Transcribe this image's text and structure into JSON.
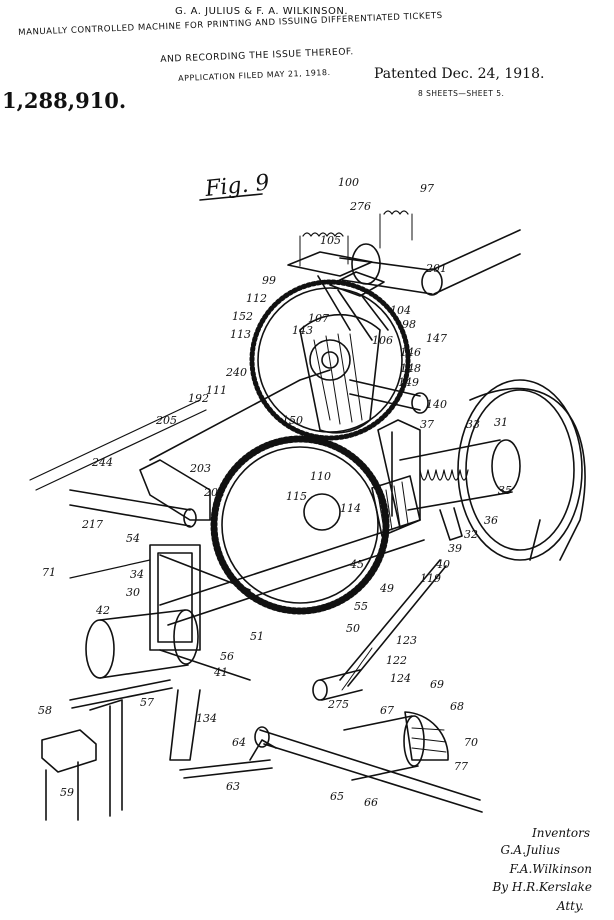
{
  "header": {
    "inventors_line": "G. A. JULIUS & F. A. WILKINSON.",
    "title_line_1": "MANUALLY CONTROLLED MACHINE FOR PRINTING AND ISSUING DIFFERENTIATED TICKETS",
    "title_line_2": "AND RECORDING THE ISSUE THEREOF.",
    "application_line": "APPLICATION FILED MAY 21, 1918.",
    "patent_number": "1,288,910.",
    "patented": "Patented Dec. 24, 1918.",
    "sheets": "8 SHEETS—SHEET 5."
  },
  "figure": {
    "label": "Fig. 9",
    "reference_numerals": [
      "100",
      "276",
      "97",
      "105",
      "201",
      "99",
      "112",
      "107",
      "104",
      "152",
      "143",
      "98",
      "113",
      "106",
      "147",
      "146",
      "148",
      "149",
      "240",
      "111",
      "150",
      "140",
      "31",
      "192",
      "33",
      "37",
      "205",
      "244",
      "203",
      "110",
      "35",
      "202",
      "115",
      "114",
      "36",
      "217",
      "54",
      "32",
      "39",
      "40",
      "71",
      "34",
      "45",
      "119",
      "49",
      "30",
      "55",
      "42",
      "123",
      "50",
      "51",
      "122",
      "56",
      "41",
      "124",
      "69",
      "57",
      "275",
      "67",
      "68",
      "58",
      "134",
      "64",
      "70",
      "77",
      "63",
      "65",
      "66",
      "59"
    ]
  },
  "signature": {
    "heading": "Inventors",
    "name_1": "G.A.Julius",
    "name_2": "F.A.Wilkinson",
    "by_line": "By H.R.Kerslake",
    "role": "Atty."
  }
}
